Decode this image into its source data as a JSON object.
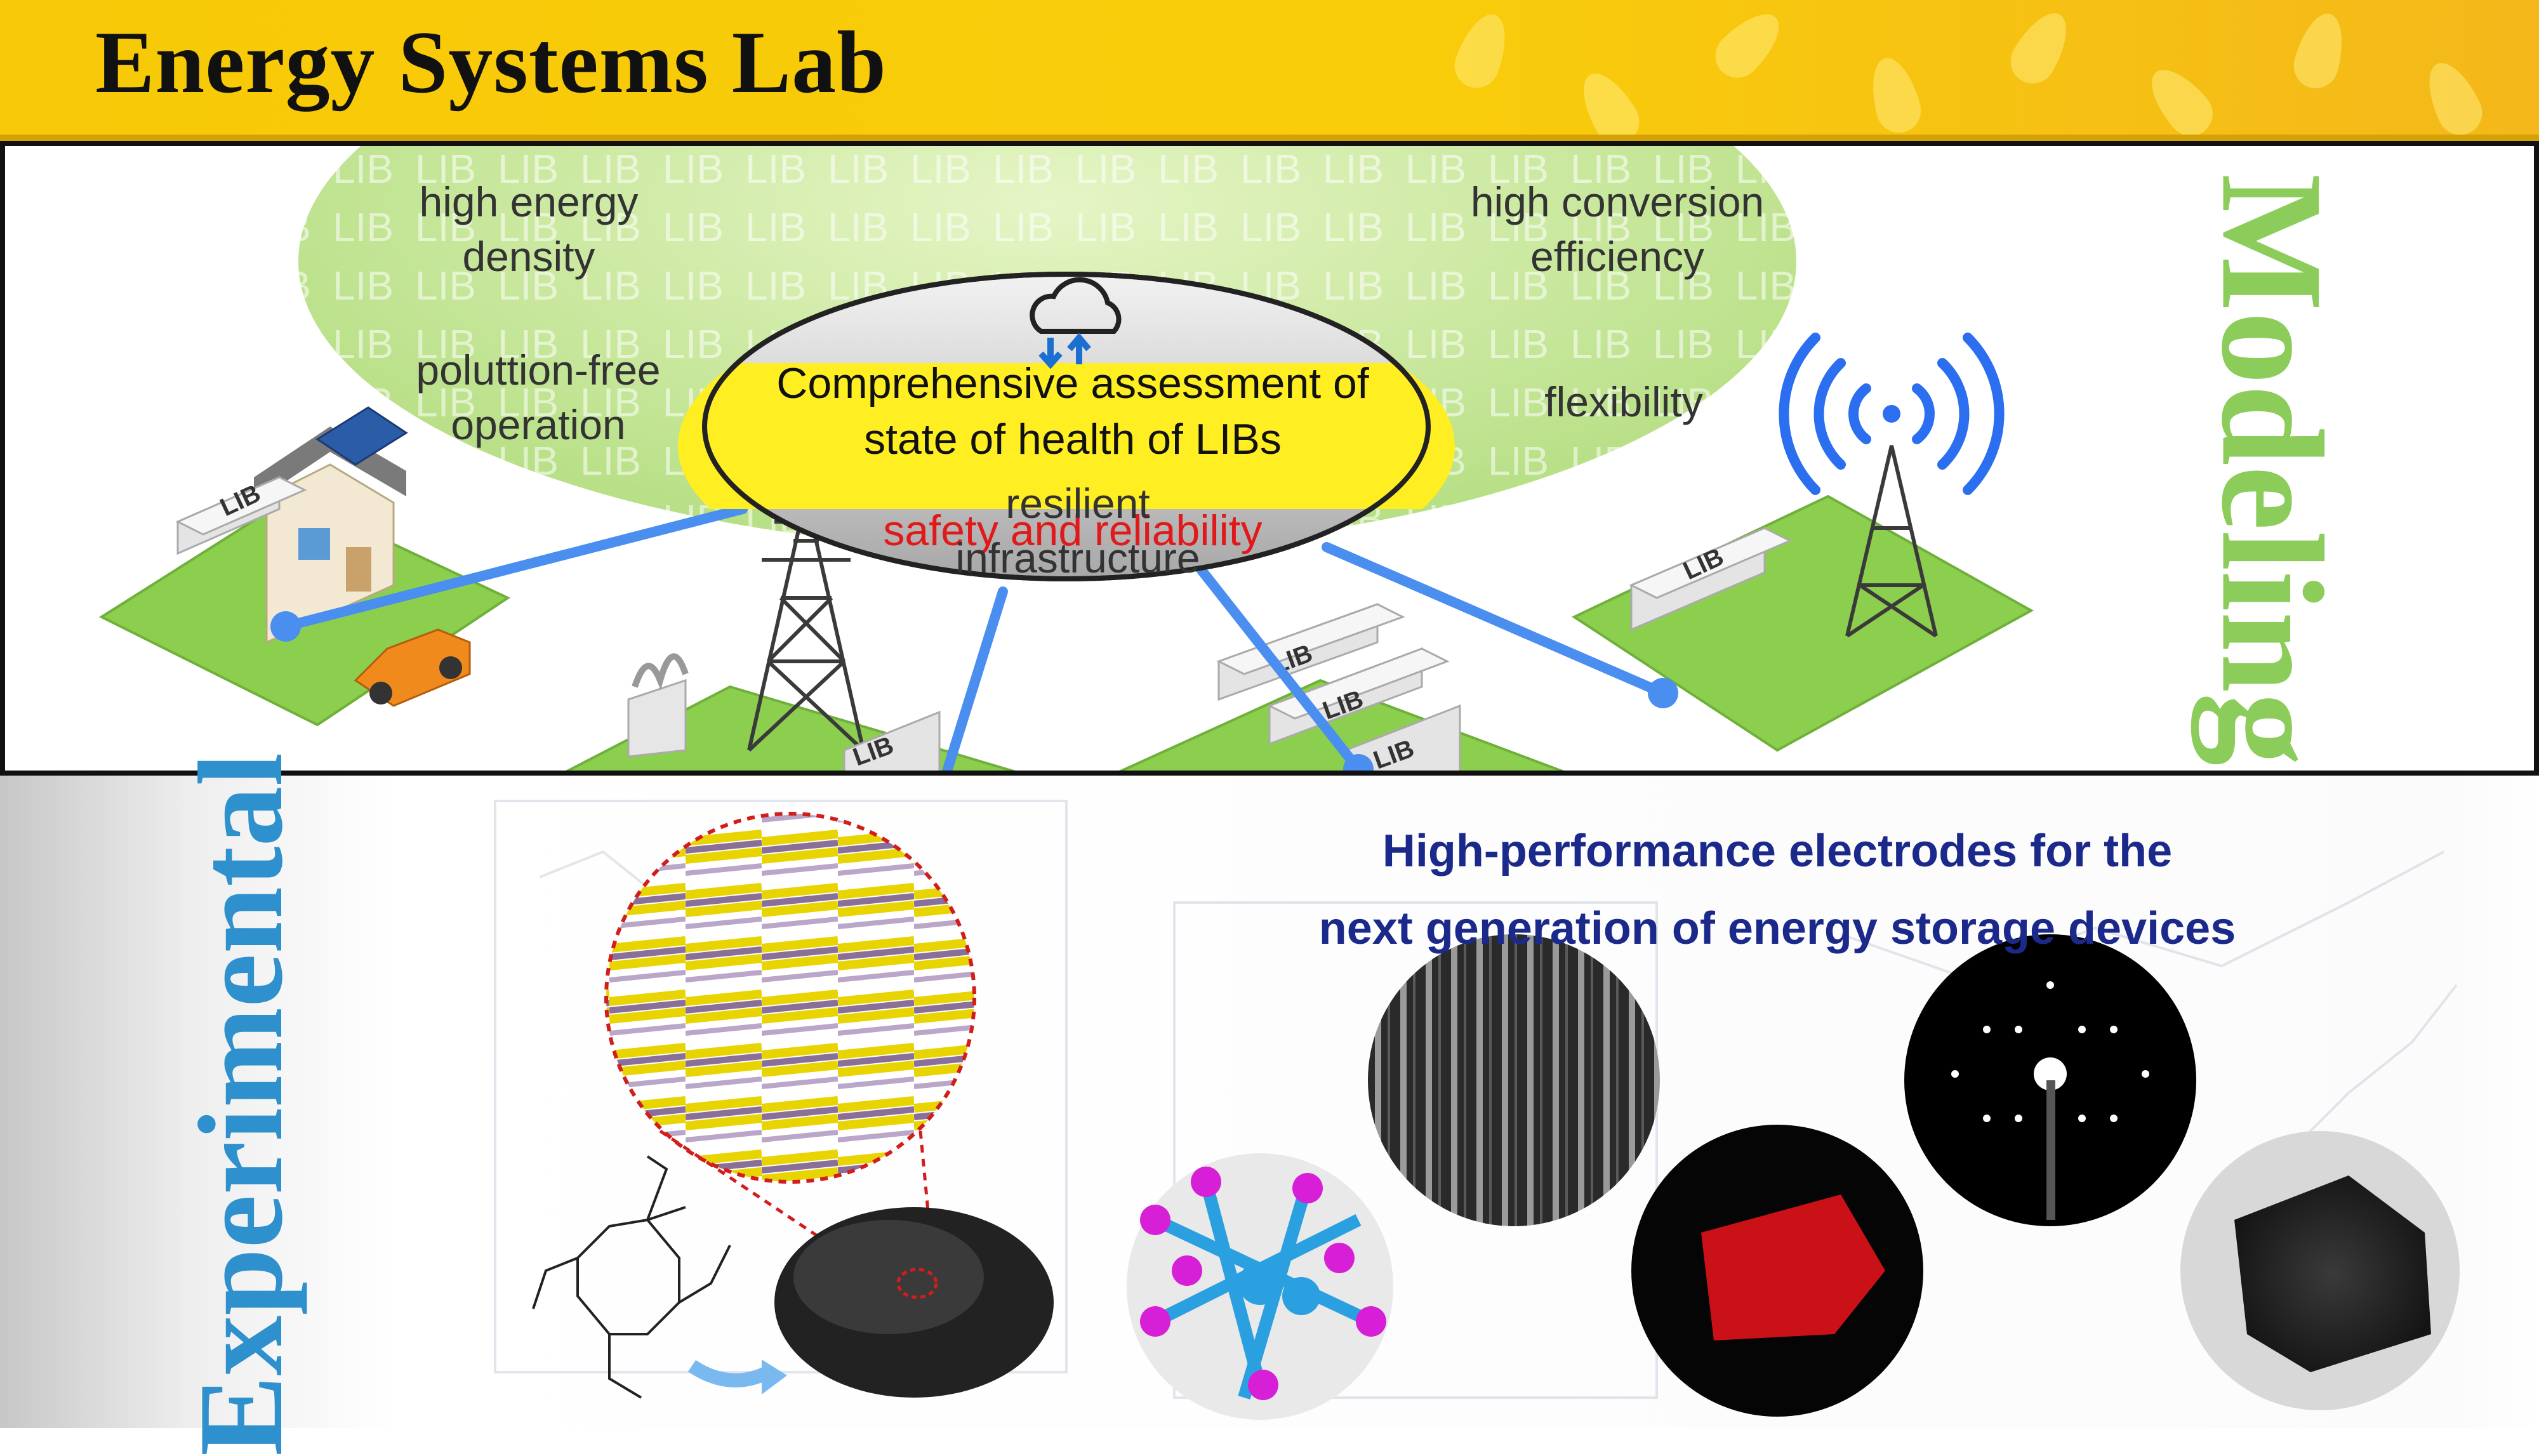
{
  "header": {
    "title": "Energy Systems Lab"
  },
  "modeling": {
    "section_label": "Modeling",
    "center_title_line1": "Comprehensive assessment of",
    "center_title_line2": "state of health of LIBs",
    "center_subtitle": "safety and reliability",
    "features": {
      "high_energy_density": [
        "high energy",
        "density"
      ],
      "pollution_free": [
        "poluttion-free",
        "operation"
      ],
      "resilient": [
        "resilient",
        "infrastructure"
      ],
      "high_conversion": [
        "high conversion",
        "efficiency"
      ],
      "flexibility": [
        "flexibility"
      ]
    },
    "battery_label": "LIB",
    "background_word": "LIB",
    "colors": {
      "ellipse_green": "#c4e698",
      "center_yellow": "#ffee22",
      "link_blue": "#4a8ef0",
      "label_green": "#8ccc5a",
      "safety_red": "#e01a1a"
    }
  },
  "experimental": {
    "section_label": "Experimental",
    "headline_line1": "High-performance electrodes for the",
    "headline_line2": "next generation of energy storage devices",
    "colors": {
      "label_blue": "#2e90cc",
      "headline_navy": "#1b2a8a"
    }
  }
}
